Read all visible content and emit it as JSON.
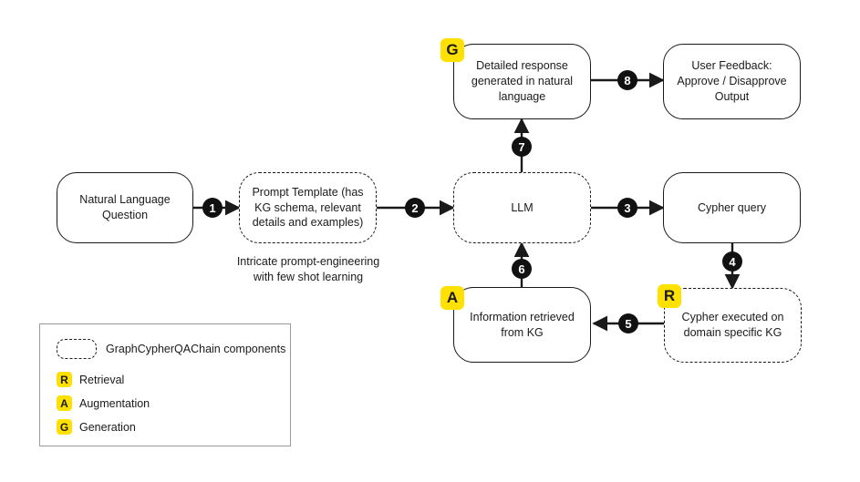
{
  "boxes": {
    "question": "Natural Language Question",
    "prompt_template": "Prompt Template (has KG schema, relevant details and examples)",
    "llm": "LLM",
    "cypher_query": "Cypher query",
    "response": "Detailed response generated in natural language",
    "feedback": "User Feedback: Approve / Disapprove Output",
    "cypher_executed": "Cypher executed on domain specific KG",
    "info_retrieved": "Information retrieved from KG"
  },
  "notes": {
    "prompt_engineering": "Intricate prompt-engineering with few shot learning"
  },
  "badges": {
    "generation": "G",
    "augmentation": "A",
    "retrieval": "R"
  },
  "steps": [
    "1",
    "2",
    "3",
    "4",
    "5",
    "6",
    "7",
    "8"
  ],
  "legend": {
    "components": "GraphCypherQAChain components",
    "items": [
      {
        "badge": "R",
        "label": "Retrieval"
      },
      {
        "badge": "A",
        "label": "Augmentation"
      },
      {
        "badge": "G",
        "label": "Generation"
      }
    ]
  },
  "colors": {
    "badge_fill": "#ffe100",
    "stroke": "#1a1a1a",
    "step_fill": "#111111"
  }
}
